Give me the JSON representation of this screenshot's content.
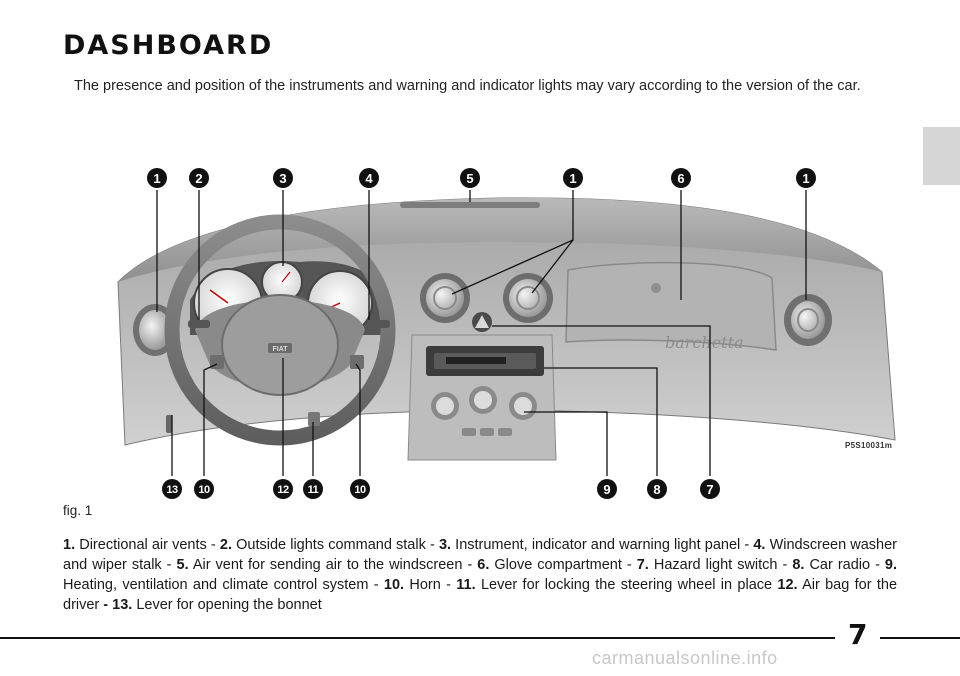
{
  "page": {
    "title": "DASHBOARD",
    "intro": "The presence and position of the instruments and warning and indicator lights may vary according to the version of the car.",
    "figure_label": "fig. 1",
    "photo_code": "P5S10031m",
    "page_number": "7",
    "watermark": "carmanualsonline.info"
  },
  "callouts_top": [
    "1",
    "2",
    "3",
    "4",
    "5",
    "1",
    "6",
    "1"
  ],
  "callouts_bottom": [
    "13",
    "10",
    "12",
    "11",
    "10",
    "9",
    "8",
    "7"
  ],
  "legend": [
    {
      "num": "1.",
      "text": "Directional air vents - "
    },
    {
      "num": "2.",
      "text": "Outside lights command stalk - "
    },
    {
      "num": "3.",
      "text": "Instrument, indicator and warning light panel - "
    },
    {
      "num": "4.",
      "text": "Windscreen washer and wiper stalk - "
    },
    {
      "num": "5.",
      "text": "Air vent for sending air to the windscreen - "
    },
    {
      "num": "6.",
      "text": "Glove compartment - "
    },
    {
      "num": "7.",
      "text": "Hazard light switch - "
    },
    {
      "num": "8.",
      "text": "Car radio - "
    },
    {
      "num": "9.",
      "text": "Heating, ventilation and climate control system - "
    },
    {
      "num": "10.",
      "text": "Horn - "
    },
    {
      "num": "11.",
      "text": "Lever for locking the steering wheel in place "
    },
    {
      "num": "12.",
      "text": "Air bag for the driver "
    },
    {
      "num": "- 13.",
      "text": "Lever for opening the bonnet"
    }
  ],
  "figure_marks": {
    "fiat_badge": "FIAT",
    "glovebox_script": "barchetta"
  }
}
